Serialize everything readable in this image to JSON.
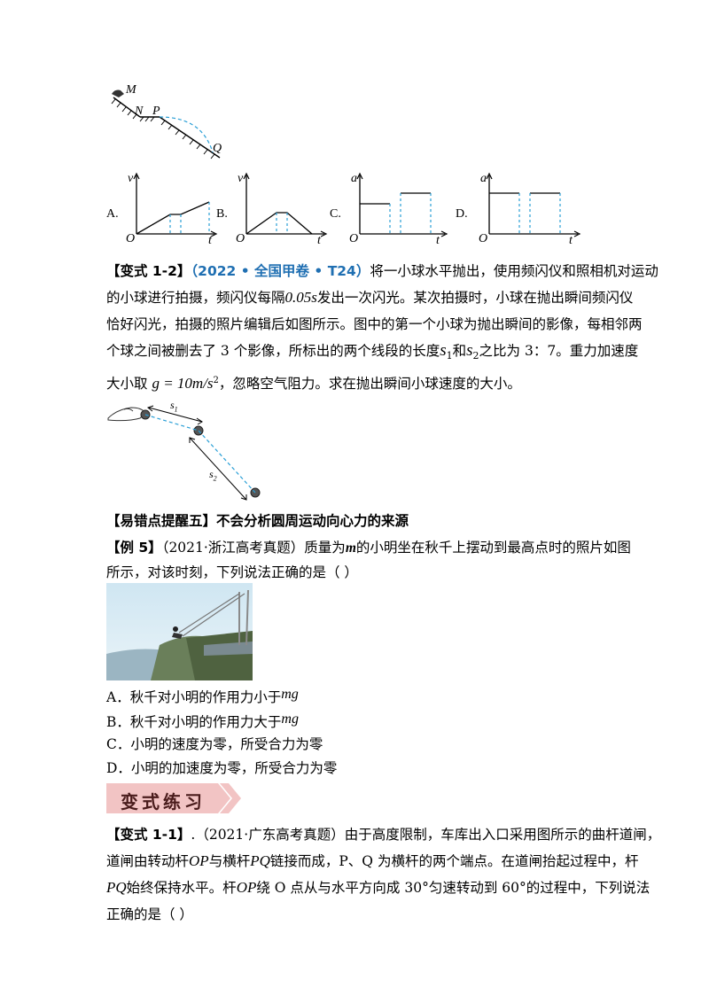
{
  "top_diagram": {
    "labels": {
      "m": "M",
      "n": "N",
      "p": "P",
      "q": "Q"
    }
  },
  "graph_options": [
    {
      "letter": "A.",
      "axis_y": "v",
      "axis_x": "t",
      "origin": "O"
    },
    {
      "letter": "B.",
      "axis_y": "v",
      "axis_x": "t",
      "origin": "O"
    },
    {
      "letter": "C.",
      "axis_y": "a",
      "axis_x": "t",
      "origin": "O"
    },
    {
      "letter": "D.",
      "axis_y": "a",
      "axis_x": "t",
      "origin": "O"
    }
  ],
  "variant_1_2": {
    "tag": "【变式 1-2】",
    "source": "（2022 • 全国甲卷 • T24）",
    "line1": "将一小球水平抛出，使用频闪仪和照相机对运动",
    "line2a": "的小球进行拍摄，频闪仪每隔",
    "line2_val": "0.05s",
    "line2b": "发出一次闪光。某次拍摄时，小球在抛出瞬间频闪仪",
    "line3": "恰好闪光，拍摄的照片编辑后如图所示。图中的第一个小球为抛出瞬间的影像，每相邻两",
    "line4a": "个球之间被删去了 3 个影像，所标出的两个线段的长度",
    "s1": "s",
    "s1_sub": "1",
    "and": "和",
    "s2": "s",
    "s2_sub": "2",
    "line4b": "之比为 3：7。重力加速度",
    "line5a": "大小取",
    "g_eq": "g = 10m/s",
    "g_sup": "2",
    "line5b": "，忽略空气阻力。求在抛出瞬间小球速度的大小。"
  },
  "projectile_diagram": {
    "s1": "s",
    "s1_sub": "1",
    "s2": "s",
    "s2_sub": "2"
  },
  "section5": {
    "title": "【易错点提醒五】不会分析圆周运动向心力的来源"
  },
  "example5": {
    "tag": "【例 5】",
    "line1a": "（2021·浙江高考真题）质量为",
    "m": "m",
    "line1b": "的小明坐在秋千上摆动到最高点时的照片如图",
    "line2": "所示，对该时刻，下列说法正确的是（        ）"
  },
  "options": [
    {
      "text": "A．秋千对小明的作用力小于",
      "tail": "mg"
    },
    {
      "text": "B．秋千对小明的作用力大于",
      "tail": "mg"
    },
    {
      "text": "C．小明的速度为零，所受合力为零",
      "tail": ""
    },
    {
      "text": "D．小明的加速度为零，所受合力为零",
      "tail": ""
    }
  ],
  "banner": {
    "text": "变式练习"
  },
  "variant_1_1": {
    "tag": "【变式 1-1】",
    "line1": ".（2021·广东高考真题）由于高度限制，车库出入口采用图所示的曲杆道闸，",
    "line2a": "道闸由转动杆",
    "op": "OP",
    "line2b": "与横杆",
    "pq": "PQ",
    "line2c": "链接而成，P、Q 为横杆的两个端点。在道闸抬起过程中，杆",
    "line3a": "PQ",
    "line3b": "始终保持水平。杆",
    "line3c": "OP",
    "line3d": "绕 O 点从与水平方向成 30°匀速转动到 60°的过程中，下列说法",
    "line4": "正确的是（     ）"
  },
  "colors": {
    "accent_blue": "#1f6fb2",
    "dashed": "#2a9fd6",
    "banner_red": "#c0392b"
  }
}
